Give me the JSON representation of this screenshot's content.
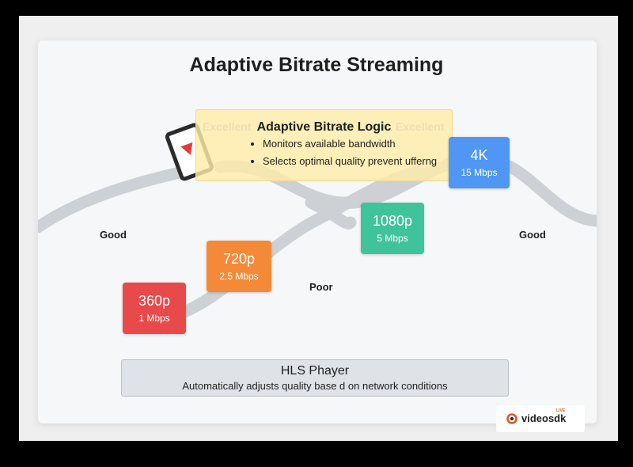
{
  "title": "Adaptive Bitrate Streaming",
  "network_labels": {
    "good_left": "Good",
    "good_right": "Good",
    "poor": "Poor",
    "excellent_left": "Excellent",
    "excellent_right": "Excellent"
  },
  "qualities": [
    {
      "resolution": "360p",
      "bitrate": "1 Mbps",
      "color": "#e8494a"
    },
    {
      "resolution": "720p",
      "bitrate": "2.5 Mbps",
      "color": "#f48a37"
    },
    {
      "resolution": "1080p",
      "bitrate": "5 Mbps",
      "color": "#3fc39a"
    },
    {
      "resolution": "4K",
      "bitrate": "15 Mbps",
      "color": "#4f97f2"
    }
  ],
  "logic_box": {
    "title": "Adaptive Bitrate Logic",
    "bullets": [
      "Monitors available bandwidth",
      "Selects optimal quality prevent ufferng"
    ]
  },
  "player": {
    "title": "HLS Phayer",
    "subtitle": "Automatically adjusts quality base d on network conditions"
  },
  "logo": {
    "name": "videosdk",
    "tag": "LIVE",
    "color": "#e0572b"
  },
  "device_icon": "video-device-icon"
}
